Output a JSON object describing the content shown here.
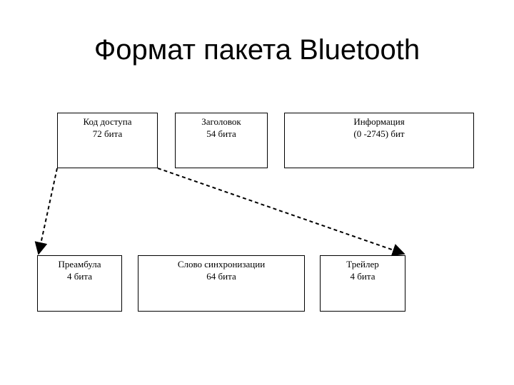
{
  "diagram": {
    "title": "Формат пакета Bluetooth",
    "packet_fields": [
      {
        "name": "Код доступа",
        "size": "72 бита"
      },
      {
        "name": "Заголовок",
        "size": "54 бита"
      },
      {
        "name": "Информация",
        "size": "(0 -2745) бит"
      }
    ],
    "access_code_fields": [
      {
        "name": "Преамбула",
        "size": "4 бита"
      },
      {
        "name": "Слово синхронизации",
        "size": "64 бита"
      },
      {
        "name": "Трейлер",
        "size": "4 бита"
      }
    ],
    "line_color": "#000000",
    "background_color": "#ffffff"
  }
}
